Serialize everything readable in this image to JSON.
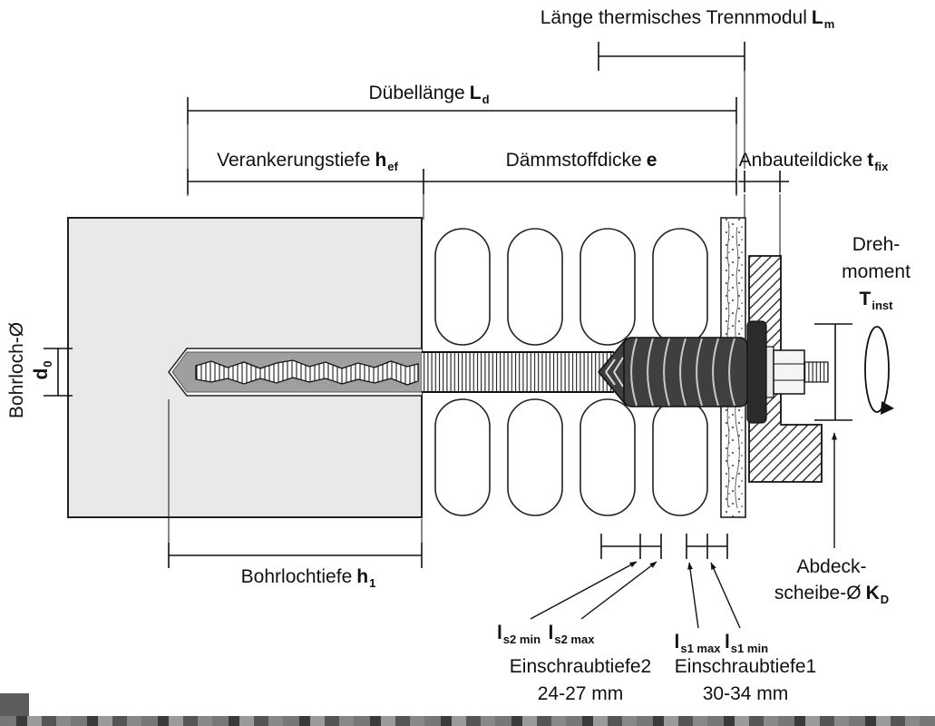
{
  "labels": {
    "trennmodul": {
      "text": "Länge thermisches Trennmodul",
      "sym": "L",
      "sub": "m"
    },
    "duebellaenge": {
      "text": "Dübellänge",
      "sym": "L",
      "sub": "d"
    },
    "verankerungstiefe": {
      "text": "Verankerungstiefe",
      "sym": "h",
      "sub": "ef"
    },
    "daemmstoffdicke": {
      "text": "Dämmstoffdicke",
      "sym": "e"
    },
    "anbauteildicke": {
      "text": "Anbauteildicke",
      "sym": "t",
      "sub": "fix"
    },
    "bohrloch": {
      "line1": "Bohrloch-Ø",
      "sym": "d",
      "sub": "0"
    },
    "drehmoment": {
      "line1": "Dreh-",
      "line2": "moment",
      "sym": "T",
      "sub": "inst"
    },
    "bohrlochtiefe": {
      "text": "Bohrlochtiefe",
      "sym": "h",
      "sub": "1"
    },
    "abdeckscheibe": {
      "line1": "Abdeck-",
      "line2": "scheibe-Ø",
      "sym": "K",
      "sub": "D"
    },
    "ls2min": {
      "sym": "l",
      "sub": "s2 min"
    },
    "ls2max": {
      "sym": "l",
      "sub": "s2 max"
    },
    "ls1max": {
      "sym": "l",
      "sub": "s1 max"
    },
    "ls1min": {
      "sym": "l",
      "sub": "s1 min"
    },
    "einschraubtiefe2": {
      "title": "Einschraubtiefe2",
      "range": "24-27 mm"
    },
    "einschraubtiefe1": {
      "title": "Einschraubtiefe1",
      "range": "30-34 mm"
    }
  },
  "colors": {
    "line": "#111111",
    "wall_fill": "#e9e9e9",
    "anchor_gray": "#9f9f9f",
    "module_dark": "#3f3f3f",
    "background": "#ffffff"
  }
}
